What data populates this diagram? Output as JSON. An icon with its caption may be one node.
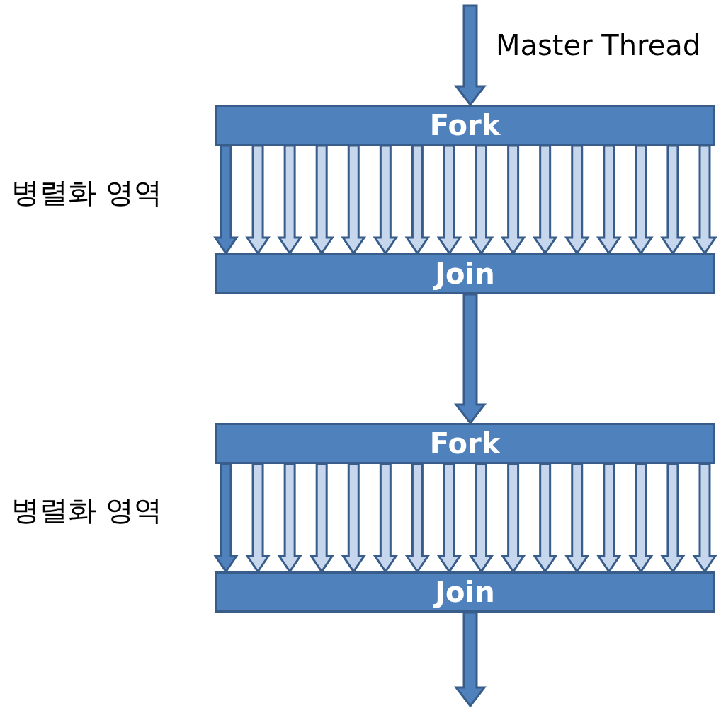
{
  "diagram": {
    "nodes": [
      {
        "text": [
          "Fork"
        ]
      },
      {
        "text": [
          "Join"
        ]
      },
      {
        "text": [
          "Fork"
        ]
      },
      {
        "text": [
          "Join"
        ]
      }
    ],
    "edges": [
      {
        "from": null,
        "to": 0,
        "arrow": "to",
        "color": "#4f81bd"
      },
      {
        "from": 0,
        "to": 1,
        "arrow": "to",
        "color": "#4f81bd"
      },
      {
        "from": 0,
        "to": 1,
        "arrow": "to"
      },
      {
        "from": 0,
        "to": 1,
        "arrow": "to"
      },
      {
        "from": 0,
        "to": 1,
        "arrow": "to"
      },
      {
        "from": 0,
        "to": 1,
        "arrow": "to"
      },
      {
        "from": 0,
        "to": 1,
        "arrow": "to"
      },
      {
        "from": 0,
        "to": 1,
        "arrow": "to"
      },
      {
        "from": 0,
        "to": 1,
        "arrow": "to"
      },
      {
        "from": 0,
        "to": 1,
        "arrow": "to"
      },
      {
        "from": 0,
        "to": 1,
        "arrow": "to"
      },
      {
        "from": 0,
        "to": 1,
        "arrow": "to"
      },
      {
        "from": 0,
        "to": 1,
        "arrow": "to"
      },
      {
        "from": 0,
        "to": 1,
        "arrow": "to"
      },
      {
        "from": 0,
        "to": 1,
        "arrow": "to"
      },
      {
        "from": 0,
        "to": 1,
        "arrow": "to"
      },
      {
        "from": 0,
        "to": 1,
        "arrow": "to"
      },
      {
        "from": 1,
        "to": 2,
        "arrow": "to",
        "color": "#4f81bd"
      },
      {
        "from": 2,
        "to": 3,
        "arrow": "to",
        "color": "#4f81bd"
      },
      {
        "from": 2,
        "to": 3,
        "arrow": "to"
      },
      {
        "from": 2,
        "to": 3,
        "arrow": "to"
      },
      {
        "from": 2,
        "to": 3,
        "arrow": "to"
      },
      {
        "from": 2,
        "to": 3,
        "arrow": "to"
      },
      {
        "from": 2,
        "to": 3,
        "arrow": "to"
      },
      {
        "from": 2,
        "to": 3,
        "arrow": "to"
      },
      {
        "from": 2,
        "to": 3,
        "arrow": "to"
      },
      {
        "from": 2,
        "to": 3,
        "arrow": "to"
      },
      {
        "from": 2,
        "to": 3,
        "arrow": "to"
      },
      {
        "from": 2,
        "to": 3,
        "arrow": "to"
      },
      {
        "from": 2,
        "to": 3,
        "arrow": "to"
      },
      {
        "from": 2,
        "to": 3,
        "arrow": "to"
      },
      {
        "from": 2,
        "to": 3,
        "arrow": "to"
      },
      {
        "from": 2,
        "to": 3,
        "arrow": "to"
      },
      {
        "from": 2,
        "to": 3,
        "arrow": "to"
      },
      {
        "from": 3,
        "to": null,
        "arrow": "to",
        "color": "#4f81bd"
      }
    ],
    "labels": [
      "Master Thread",
      "병렬화 영역",
      "병렬화 영역"
    ]
  }
}
